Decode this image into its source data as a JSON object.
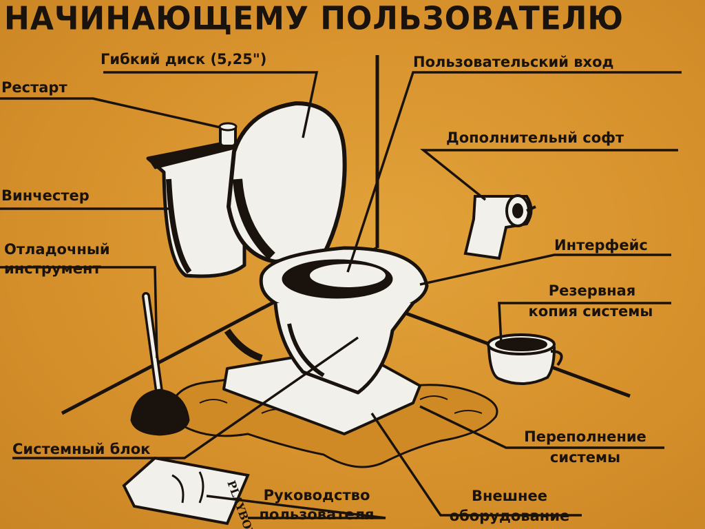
{
  "title": "НАЧИНАЮЩЕМУ ПОЛЬЗОВАТЕЛЮ",
  "labels": {
    "floppy": "Гибкий диск (5,25\")",
    "user_input": "Пользовательский вход",
    "restart": "Рестарт",
    "extra_soft": "Дополнительнй софт",
    "hdd": "Винчестер",
    "debugger_1": "Отладочный",
    "debugger_2": "инструмент",
    "interface": "Интерфейс",
    "backup_1": "Резервная",
    "backup_2": "копия системы",
    "system_unit": "Системный блок",
    "overflow_1": "Переполнение",
    "overflow_2": "системы",
    "manual_1": "Руководство",
    "manual_2": "пользователя",
    "external_1": "Внешнее",
    "external_2": "оборудование"
  },
  "magazine_text": "PLAYBOY",
  "colors": {
    "background": "#d9952f",
    "ink": "#1a120d",
    "porcelain": "#f2f0ea"
  },
  "icons": [
    "toilet-illustration",
    "toilet-paper-icon",
    "plunger-icon",
    "mug-icon",
    "magazine-icon",
    "puddle-icon"
  ]
}
